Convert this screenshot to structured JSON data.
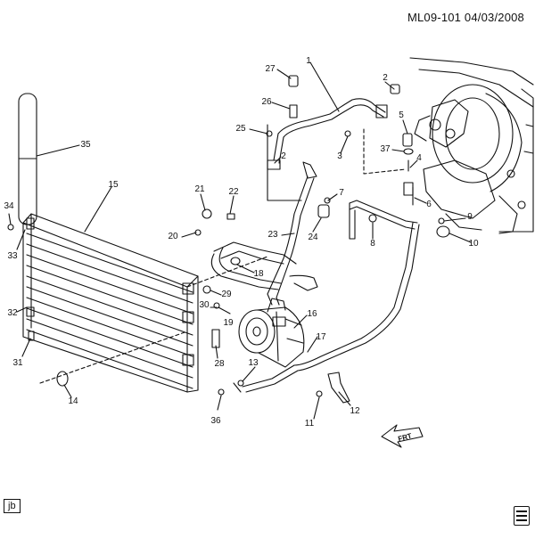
{
  "header": {
    "diagram_id": "ML09-101",
    "date": "04/03/2008"
  },
  "footer": {
    "tag": "jb",
    "icon": "book-icon"
  },
  "callouts": [
    "1",
    "2",
    "3",
    "4",
    "5",
    "6",
    "7",
    "8",
    "9",
    "10",
    "11",
    "12",
    "13",
    "14",
    "15",
    "16",
    "17",
    "18",
    "19",
    "20",
    "21",
    "22",
    "23",
    "24",
    "25",
    "26",
    "27",
    "28",
    "29",
    "30",
    "31",
    "32",
    "33",
    "34",
    "35",
    "36",
    "37"
  ],
  "arrow": {
    "label": "FRT"
  },
  "colors": {
    "line": "#111111",
    "background": "#ffffff"
  }
}
